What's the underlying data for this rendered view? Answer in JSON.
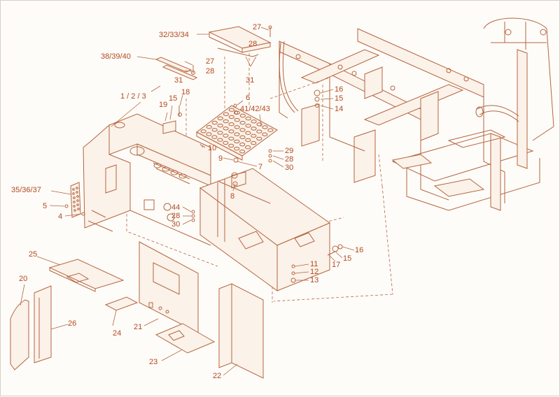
{
  "colors": {
    "line": "#b5653d",
    "label": "#b14a1e",
    "background": "#fefcf9"
  },
  "callouts": [
    {
      "id": "c-27a",
      "text": "27"
    },
    {
      "id": "c-32-33-34",
      "text": "32/33/34"
    },
    {
      "id": "c-28a",
      "text": "28"
    },
    {
      "id": "c-38-39-40",
      "text": "38/39/40"
    },
    {
      "id": "c-27b",
      "text": "27"
    },
    {
      "id": "c-28b",
      "text": "28"
    },
    {
      "id": "c-31a",
      "text": "31"
    },
    {
      "id": "c-31b",
      "text": "31"
    },
    {
      "id": "c-1-2-3",
      "text": "1 / 2 / 3"
    },
    {
      "id": "c-18",
      "text": "18"
    },
    {
      "id": "c-15a",
      "text": "15"
    },
    {
      "id": "c-19",
      "text": "19"
    },
    {
      "id": "c-6",
      "text": "6"
    },
    {
      "id": "c-41-42-43",
      "text": "41/42/43"
    },
    {
      "id": "c-16a",
      "text": "16"
    },
    {
      "id": "c-15b",
      "text": "15"
    },
    {
      "id": "c-14",
      "text": "14"
    },
    {
      "id": "c-10",
      "text": "10"
    },
    {
      "id": "c-9",
      "text": "9"
    },
    {
      "id": "c-7",
      "text": "7"
    },
    {
      "id": "c-29",
      "text": "29"
    },
    {
      "id": "c-28c",
      "text": "28"
    },
    {
      "id": "c-30a",
      "text": "30"
    },
    {
      "id": "c-35-36-37",
      "text": "35/36/37"
    },
    {
      "id": "c-8",
      "text": "8"
    },
    {
      "id": "c-5",
      "text": "5"
    },
    {
      "id": "c-4",
      "text": "4"
    },
    {
      "id": "c-44",
      "text": "44"
    },
    {
      "id": "c-28d",
      "text": "28"
    },
    {
      "id": "c-30b",
      "text": "30"
    },
    {
      "id": "c-16b",
      "text": "16"
    },
    {
      "id": "c-15c",
      "text": "15"
    },
    {
      "id": "c-17",
      "text": "17"
    },
    {
      "id": "c-11",
      "text": "11"
    },
    {
      "id": "c-12",
      "text": "12"
    },
    {
      "id": "c-13",
      "text": "13"
    },
    {
      "id": "c-25",
      "text": "25"
    },
    {
      "id": "c-20",
      "text": "20"
    },
    {
      "id": "c-26",
      "text": "26"
    },
    {
      "id": "c-24",
      "text": "24"
    },
    {
      "id": "c-21",
      "text": "21"
    },
    {
      "id": "c-23",
      "text": "23"
    },
    {
      "id": "c-22",
      "text": "22"
    }
  ]
}
